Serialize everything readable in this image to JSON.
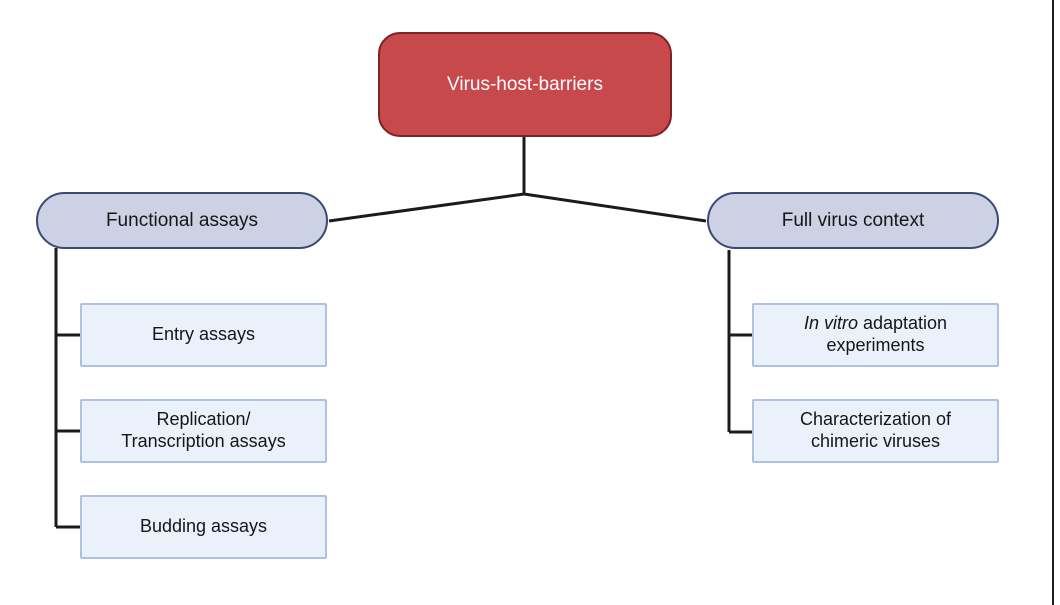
{
  "diagram": {
    "type": "tree-hierarchy",
    "root": {
      "label": "Virus-host-barriers",
      "fill": "#c8494c",
      "border": "#7d2326",
      "text_color": "#ffffff"
    },
    "branches": [
      {
        "label": "Functional assays",
        "fill": "#ccd1e4",
        "border": "#3a4a74",
        "children": [
          {
            "label": "Entry assays",
            "lines": [
              "Entry assays"
            ]
          },
          {
            "label": "Replication/ Transcription assays",
            "lines": [
              "Replication/",
              "Transcription assays"
            ]
          },
          {
            "label": "Budding assays",
            "lines": [
              "Budding assays"
            ]
          }
        ]
      },
      {
        "label": "Full virus context",
        "fill": "#ccd1e4",
        "border": "#3a4a74",
        "children": [
          {
            "label": "In vitro adaptation experiments",
            "italic_prefix": "In vitro",
            "rest": " adaptation",
            "line2": "experiments"
          },
          {
            "label": "Characterization of chimeric viruses",
            "lines": [
              "Characterization of",
              "chimeric viruses"
            ]
          }
        ]
      }
    ],
    "leaf_style": {
      "fill": "#eaf1fb",
      "border": "#aec3e3"
    },
    "connector_color": "#1b1b1b",
    "background": "#ffffff"
  }
}
